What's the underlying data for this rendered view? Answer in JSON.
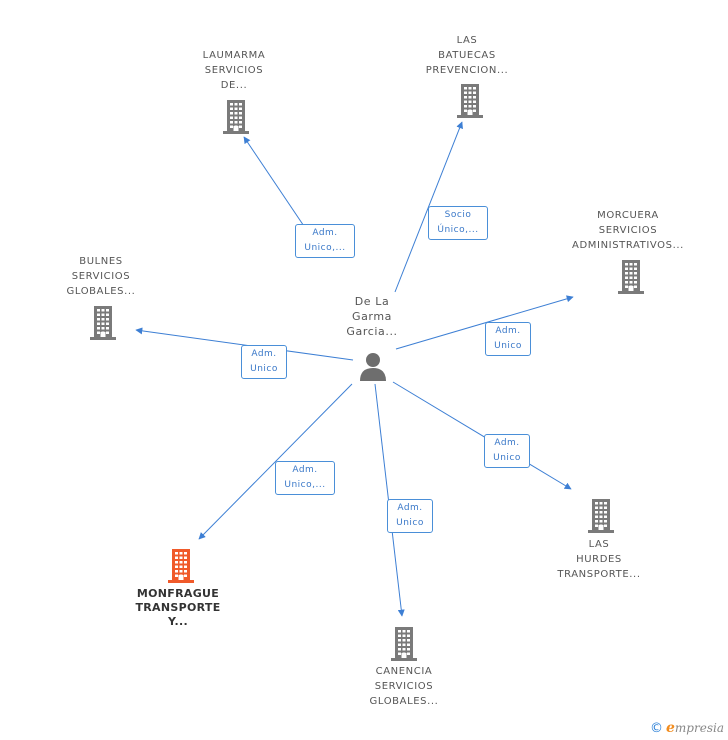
{
  "center": {
    "lines": [
      "De La",
      "Garma",
      "Garcia..."
    ]
  },
  "nodes": [
    {
      "id": "laumarma",
      "lines": [
        "LAUMARMA",
        "SERVICIOS",
        "DE..."
      ],
      "highlight": false
    },
    {
      "id": "las-batuecas",
      "lines": [
        "LAS",
        "BATUECAS",
        "PREVENCION..."
      ],
      "highlight": false
    },
    {
      "id": "morcuera",
      "lines": [
        "MORCUERA",
        "SERVICIOS",
        "ADMINISTRATIVOS..."
      ],
      "highlight": false
    },
    {
      "id": "bulnes",
      "lines": [
        "BULNES",
        "SERVICIOS",
        "GLOBALES..."
      ],
      "highlight": false
    },
    {
      "id": "las-hurdes",
      "lines": [
        "LAS",
        "HURDES",
        "TRANSPORTE..."
      ],
      "highlight": false
    },
    {
      "id": "canencia",
      "lines": [
        "CANENCIA",
        "SERVICIOS",
        "GLOBALES..."
      ],
      "highlight": false
    },
    {
      "id": "monfrague",
      "lines": [
        "MONFRAGUE",
        "TRANSPORTE",
        "Y..."
      ],
      "highlight": true
    }
  ],
  "edges": [
    {
      "to": "laumarma",
      "lines": [
        "Adm.",
        "Unico,..."
      ]
    },
    {
      "to": "las-batuecas",
      "lines": [
        "Socio",
        "Único,..."
      ]
    },
    {
      "to": "morcuera",
      "lines": [
        "Adm.",
        "Unico"
      ]
    },
    {
      "to": "bulnes",
      "lines": [
        "Adm.",
        "Unico"
      ]
    },
    {
      "to": "las-hurdes",
      "lines": [
        "Adm.",
        "Unico"
      ]
    },
    {
      "to": "canencia",
      "lines": [
        "Adm.",
        "Unico"
      ]
    },
    {
      "to": "monfrague",
      "lines": [
        "Adm.",
        "Unico,..."
      ]
    }
  ],
  "colors": {
    "edge": "#3d7fd4",
    "building": "#7a7a7a",
    "building_highlight": "#f05a2a",
    "person": "#6e6e6e"
  },
  "footer": {
    "copyright": "©",
    "brand_initial": "e",
    "brand_rest": "mpresia"
  }
}
